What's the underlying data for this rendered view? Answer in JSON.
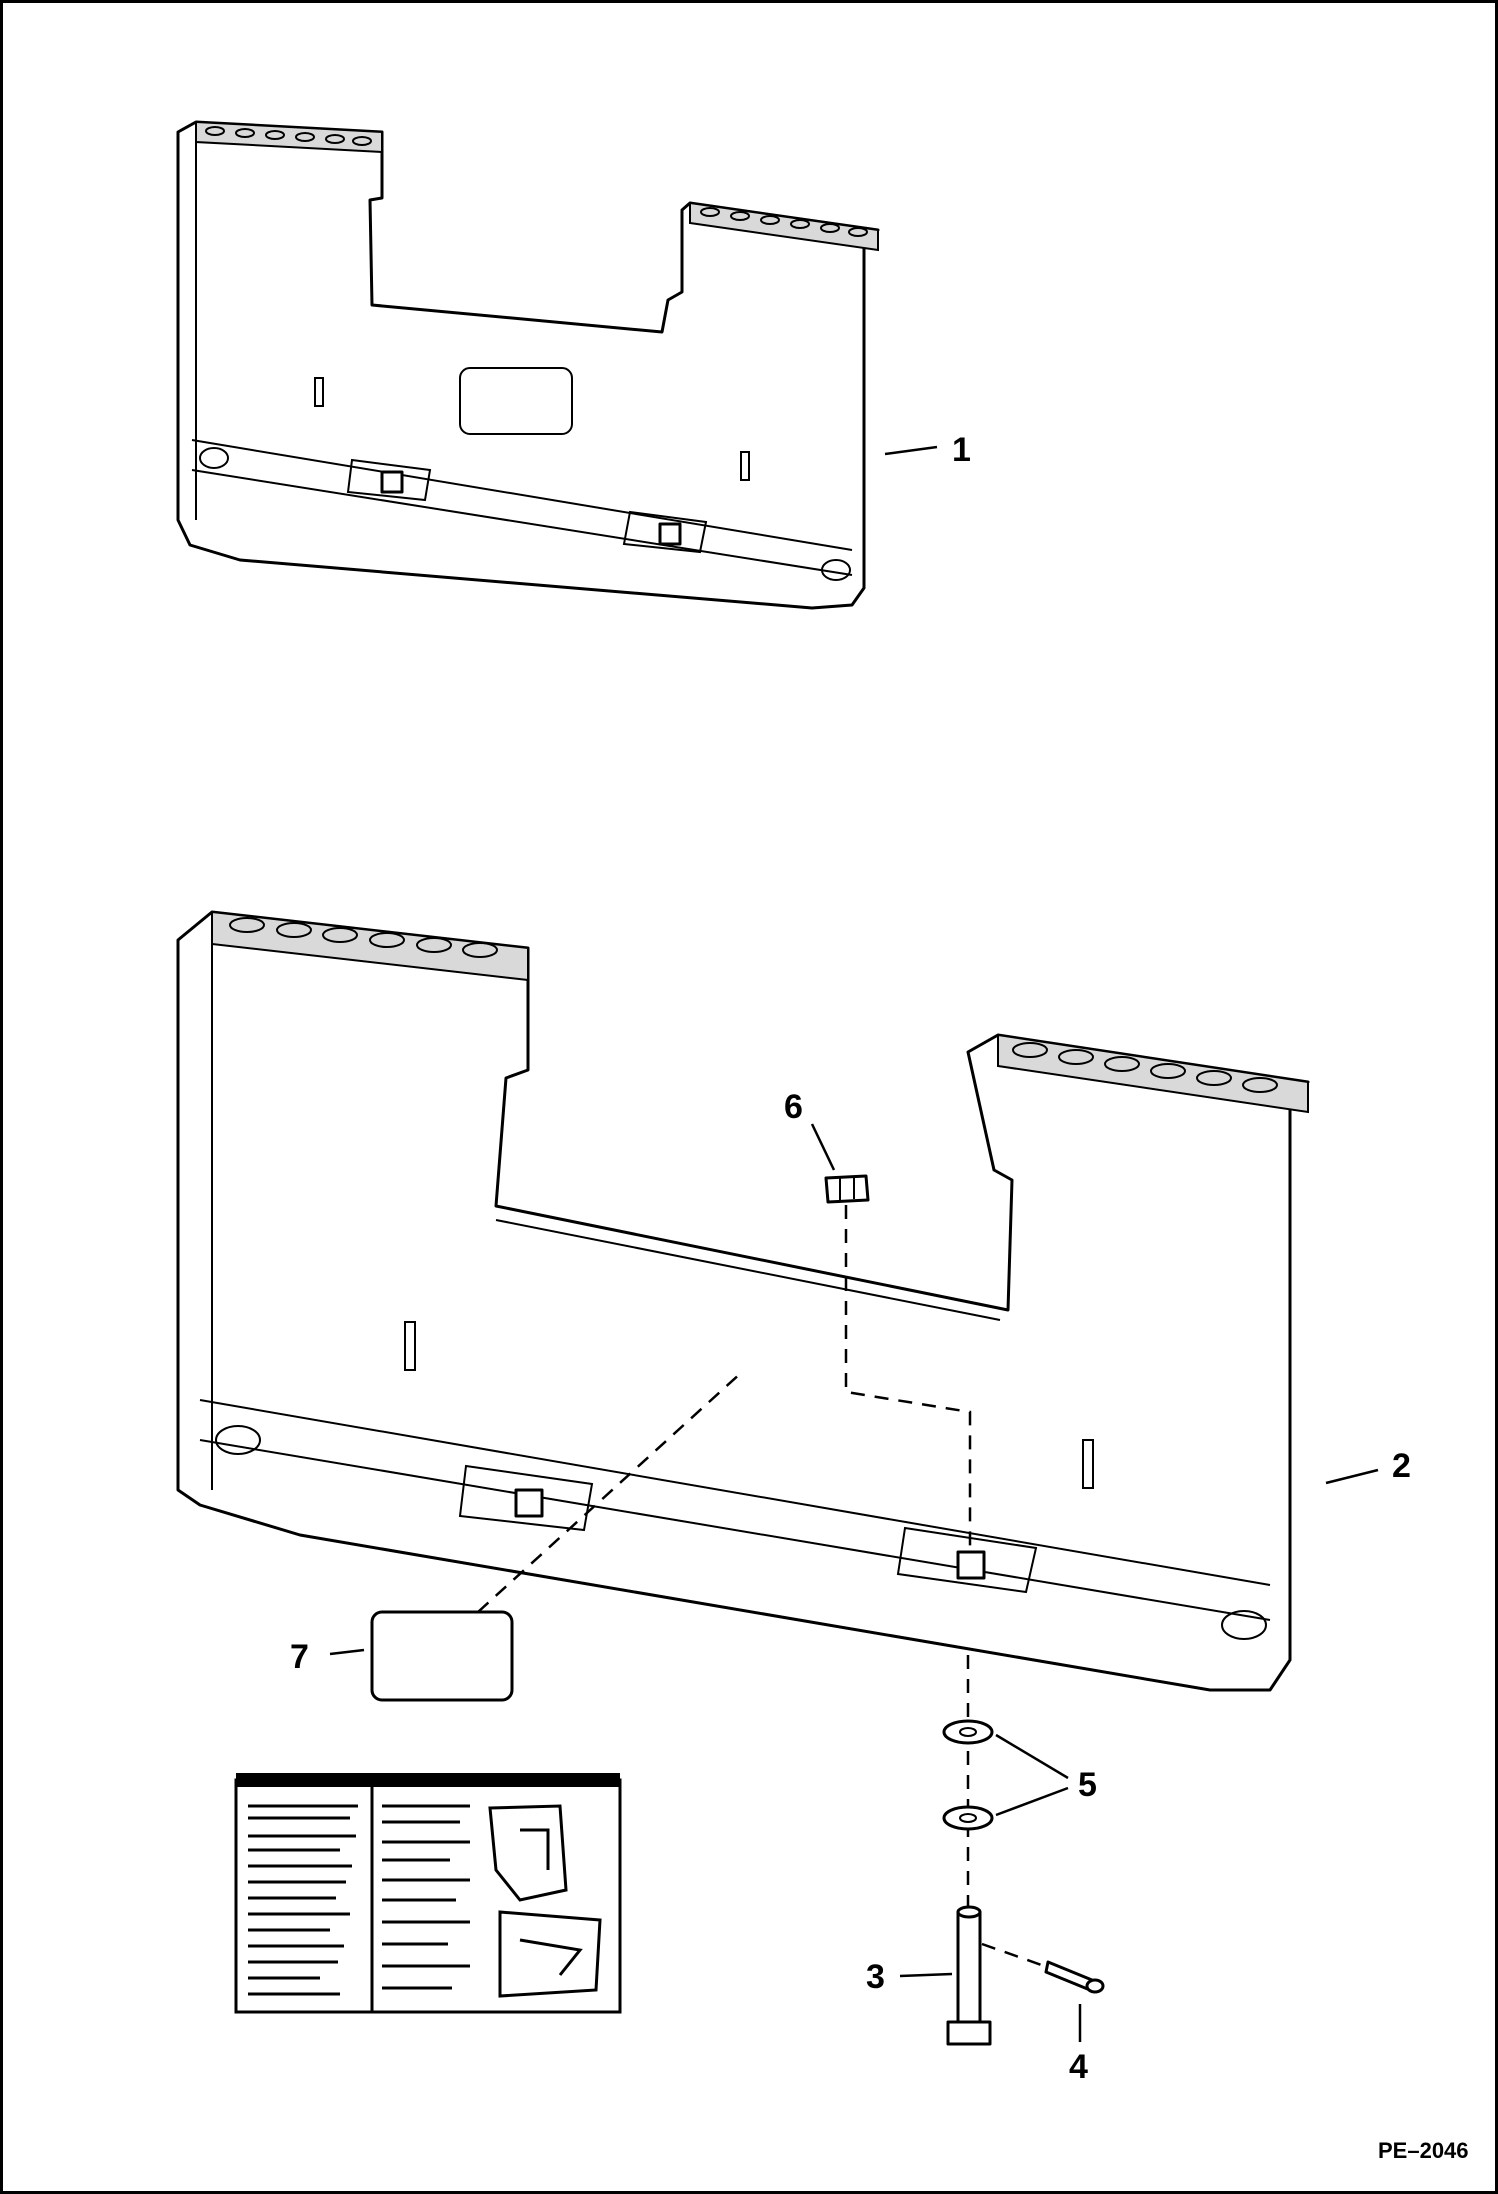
{
  "drawing": {
    "reference": "PE–2046"
  },
  "callouts": [
    {
      "id": "1",
      "label": "1"
    },
    {
      "id": "2",
      "label": "2"
    },
    {
      "id": "3",
      "label": "3"
    },
    {
      "id": "4",
      "label": "4"
    },
    {
      "id": "5",
      "label": "5"
    },
    {
      "id": "6",
      "label": "6"
    },
    {
      "id": "7",
      "label": "7"
    }
  ]
}
